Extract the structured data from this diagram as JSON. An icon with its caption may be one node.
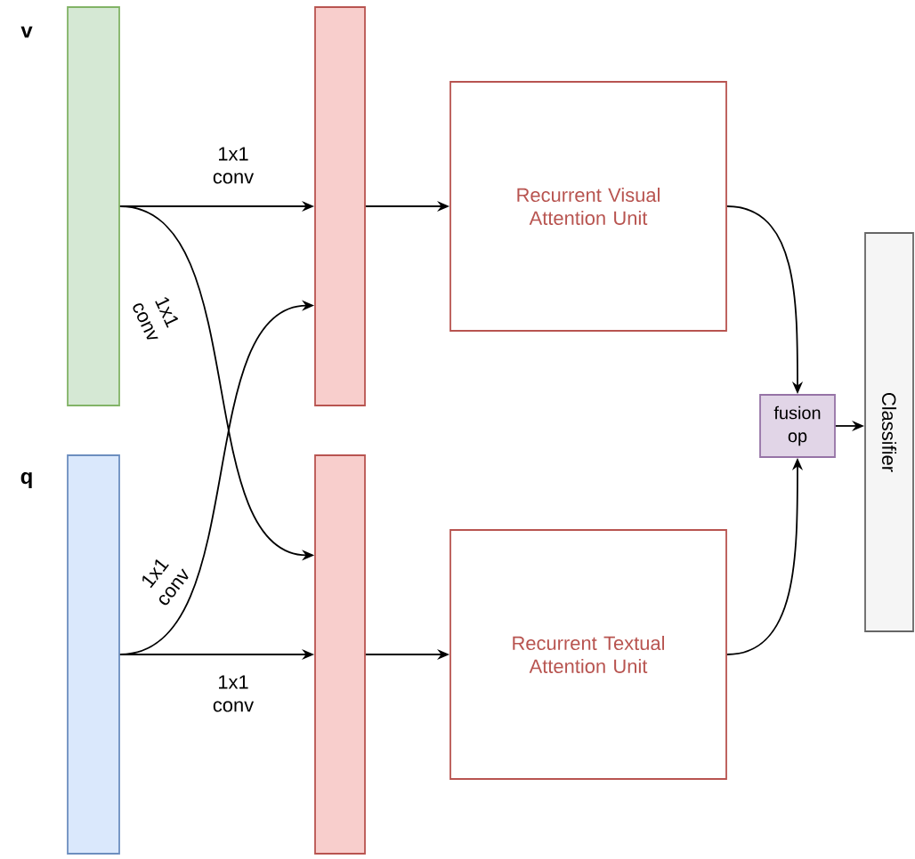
{
  "diagram": {
    "nodes": [
      {
        "text": [],
        "shape": "bar",
        "beside": [
          "v"
        ]
      },
      {
        "text": [],
        "shape": "bar",
        "beside": [
          "q"
        ]
      },
      {
        "text": [],
        "shape": "bar"
      },
      {
        "text": [],
        "shape": "bar"
      },
      {
        "text": [
          "Recurrent Visual Attention Unit"
        ]
      },
      {
        "text": [
          "Recurrent Textual Attention Unit"
        ]
      },
      {
        "text": [
          "fusion op"
        ]
      },
      {
        "text": [
          "Classifier"
        ]
      }
    ],
    "edges": [
      {
        "from": 0,
        "to": 2,
        "arrow": "to",
        "label": "1x1 conv"
      },
      {
        "from": 0,
        "to": 3,
        "arrow": "to",
        "label": "1x1 conv"
      },
      {
        "from": 1,
        "to": 2,
        "arrow": "to",
        "label": "1x1 conv"
      },
      {
        "from": 1,
        "to": 3,
        "arrow": "to",
        "label": "1x1 conv"
      },
      {
        "from": 2,
        "to": 4,
        "arrow": "to"
      },
      {
        "from": 3,
        "to": 5,
        "arrow": "to"
      },
      {
        "from": 4,
        "to": 6,
        "arrow": "to"
      },
      {
        "from": 5,
        "to": 6,
        "arrow": "to"
      },
      {
        "from": 6,
        "to": 7,
        "arrow": "to"
      }
    ]
  }
}
